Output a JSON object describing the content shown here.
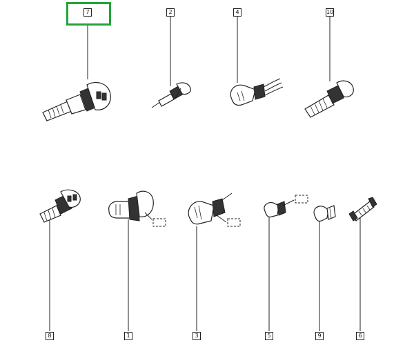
{
  "catalog": {
    "selected_part": "7",
    "highlight_color": "#22a33a",
    "parts": [
      {
        "ref": "7",
        "icon": "h9-headlamp-bulb-icon"
      },
      {
        "ref": "2",
        "icon": "h1-bulb-icon"
      },
      {
        "ref": "4",
        "icon": "wired-socket-bulb-icon"
      },
      {
        "ref": "10",
        "icon": "xenon-bulb-icon"
      },
      {
        "ref": "8",
        "icon": "h7-bulb-icon"
      },
      {
        "ref": "1",
        "icon": "h4-bulb-icon"
      },
      {
        "ref": "3",
        "icon": "p21w-bulb-icon"
      },
      {
        "ref": "5",
        "icon": "w5w-wedge-bulb-icon"
      },
      {
        "ref": "9",
        "icon": "t4w-bulb-icon"
      },
      {
        "ref": "6",
        "icon": "festoon-bulb-icon"
      }
    ]
  }
}
